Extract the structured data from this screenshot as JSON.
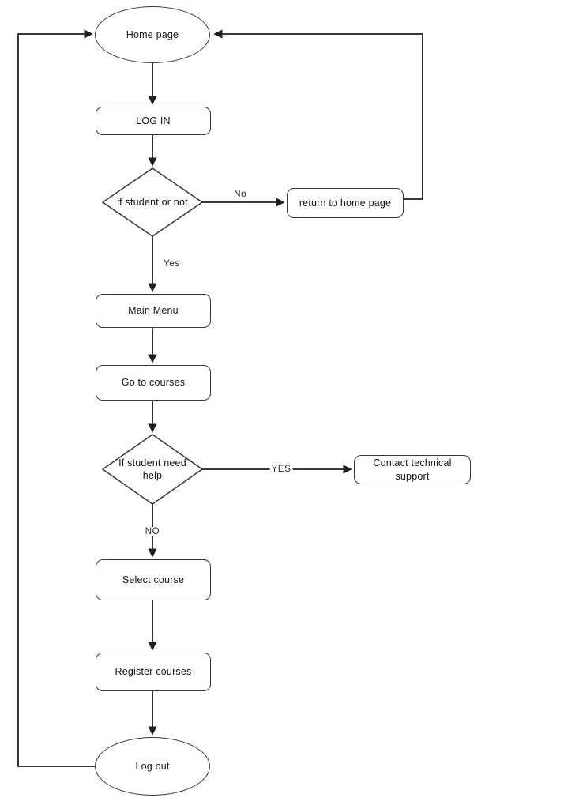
{
  "canvas": {
    "background": "#ffffff"
  },
  "colors": {
    "connector_line": "#1f1f1f",
    "shape_border": "#383838",
    "shape_fill": "#ffffff",
    "text": "#141414"
  },
  "nodes": {
    "home": {
      "label": "Home page",
      "shape": "ellipse"
    },
    "login": {
      "label": "LOG IN",
      "shape": "rounded-rect"
    },
    "student_decision": {
      "label": "if student or not",
      "shape": "diamond"
    },
    "return_home": {
      "label": "return to home page",
      "shape": "rounded-rect"
    },
    "main_menu": {
      "label": "Main Menu",
      "shape": "rounded-rect"
    },
    "go_courses": {
      "label": "Go to courses",
      "shape": "rounded-rect"
    },
    "help_decision": {
      "label": "If student need help",
      "shape": "diamond"
    },
    "contact_support": {
      "label": "Contact technical support",
      "shape": "rounded-rect"
    },
    "select_course": {
      "label": "Select course",
      "shape": "rounded-rect"
    },
    "register_courses": {
      "label": "Register courses",
      "shape": "rounded-rect"
    },
    "log_out": {
      "label": "Log out",
      "shape": "ellipse"
    }
  },
  "edge_labels": {
    "no": "No",
    "yes": "Yes",
    "help_yes": "YES",
    "help_no": "NO"
  }
}
